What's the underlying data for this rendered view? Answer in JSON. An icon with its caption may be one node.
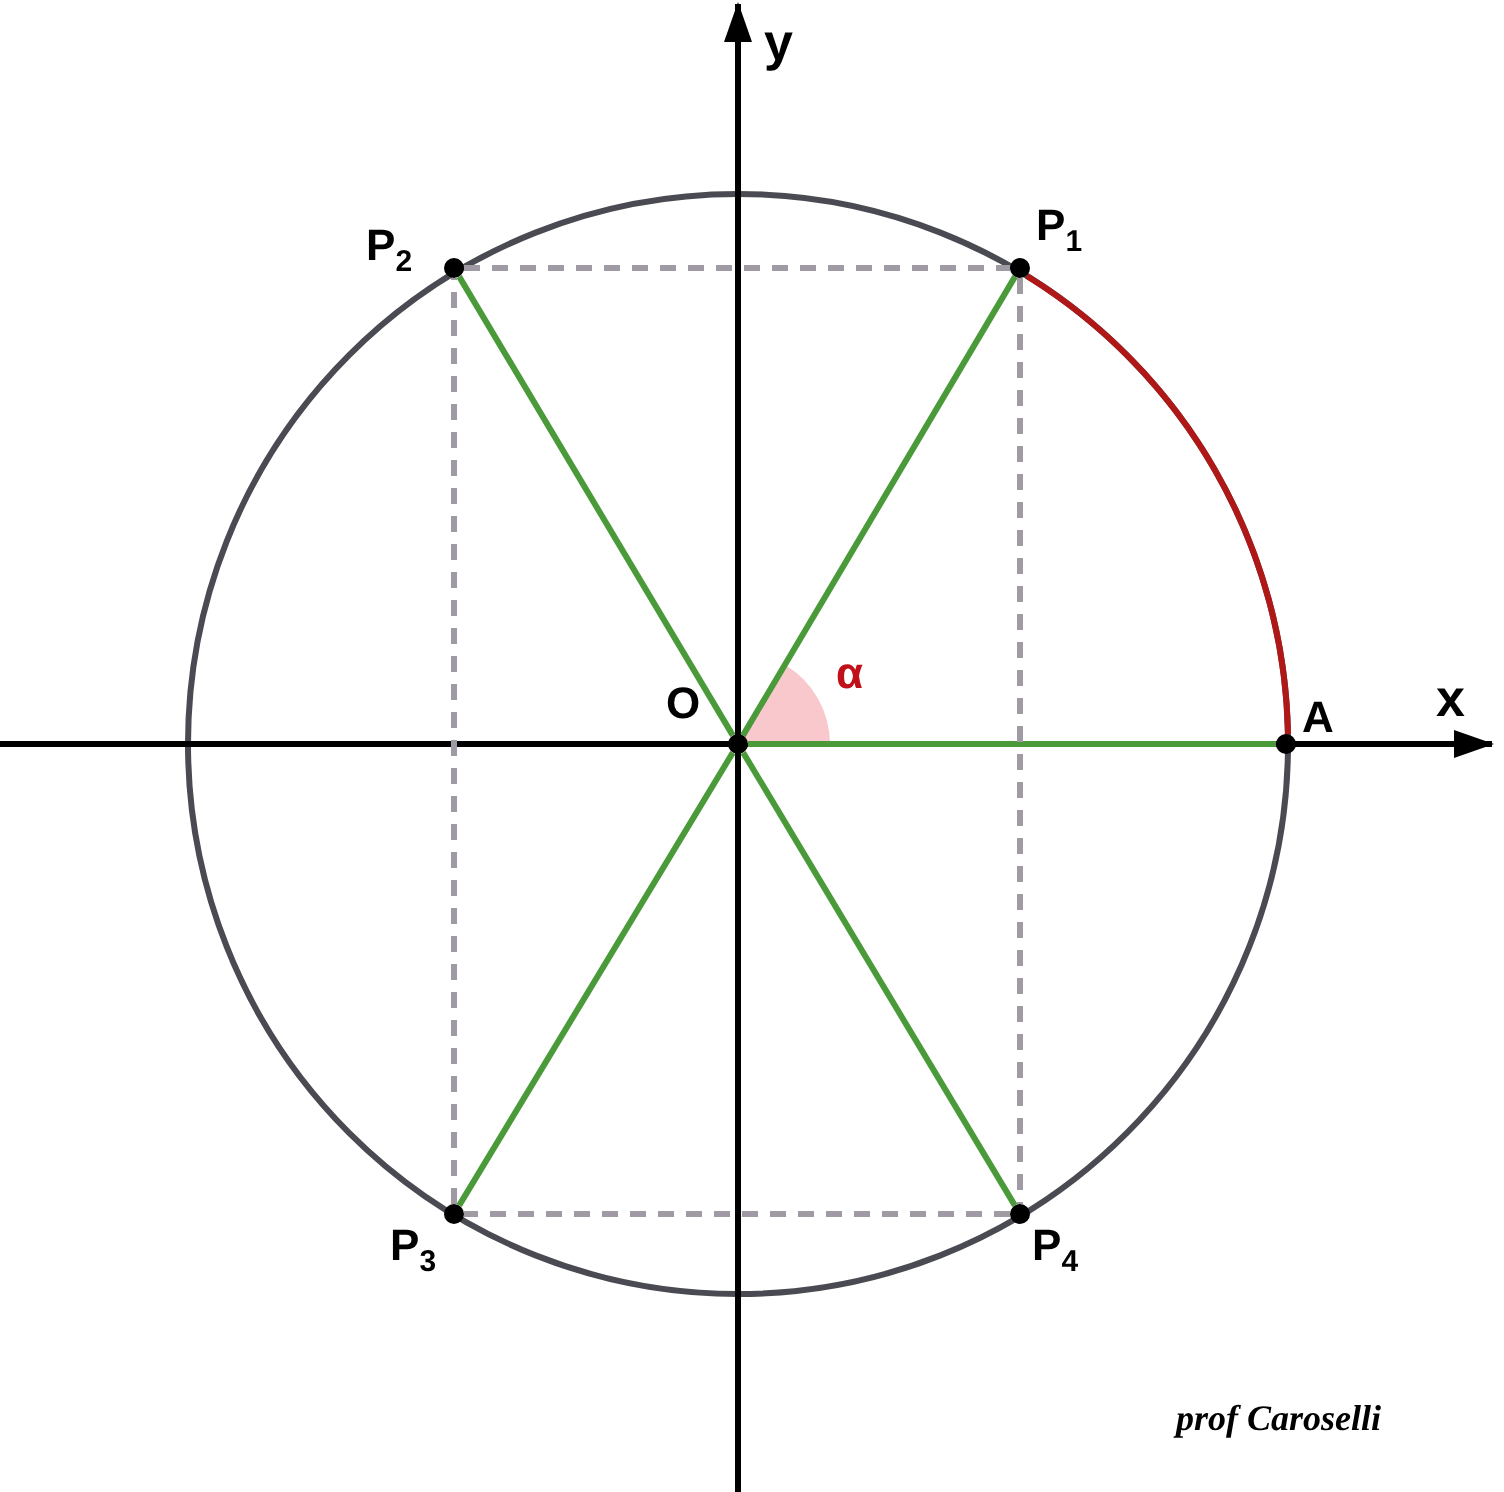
{
  "diagram": {
    "nodes": [
      {
        "text": [
          "O"
        ]
      },
      {
        "text": [
          "A"
        ]
      },
      {
        "text": [
          "P$_{1}$"
        ]
      },
      {
        "text": [
          "P$_{2}$"
        ]
      },
      {
        "text": [
          "P$_{3}$"
        ]
      },
      {
        "text": [
          "P$_{4}$"
        ]
      }
    ],
    "edges": [
      {
        "from": 0,
        "to": 2,
        "arrow": "none"
      },
      {
        "from": 0,
        "to": 3,
        "arrow": "none"
      },
      {
        "from": 0,
        "to": 4,
        "arrow": "none"
      },
      {
        "from": 0,
        "to": 5,
        "arrow": "none"
      },
      {
        "from": 0,
        "to": 1,
        "arrow": "none"
      },
      {
        "from": 3,
        "to": 2,
        "arrow": "none",
        "style": "dashed",
        "color": "#a09aa4"
      },
      {
        "from": 2,
        "to": 5,
        "arrow": "none",
        "style": "dashed",
        "color": "#a09aa4"
      },
      {
        "from": 5,
        "to": 4,
        "arrow": "none",
        "style": "dashed",
        "color": "#a09aa4"
      },
      {
        "from": 4,
        "to": 3,
        "arrow": "none",
        "style": "dashed",
        "color": "#a09aa4"
      },
      {
        "from": 1,
        "to": 2,
        "arrow": "none",
        "color": "#b01818"
      }
    ],
    "labels": [
      "y",
      "x",
      "α",
      "prof Caroselli"
    ]
  }
}
